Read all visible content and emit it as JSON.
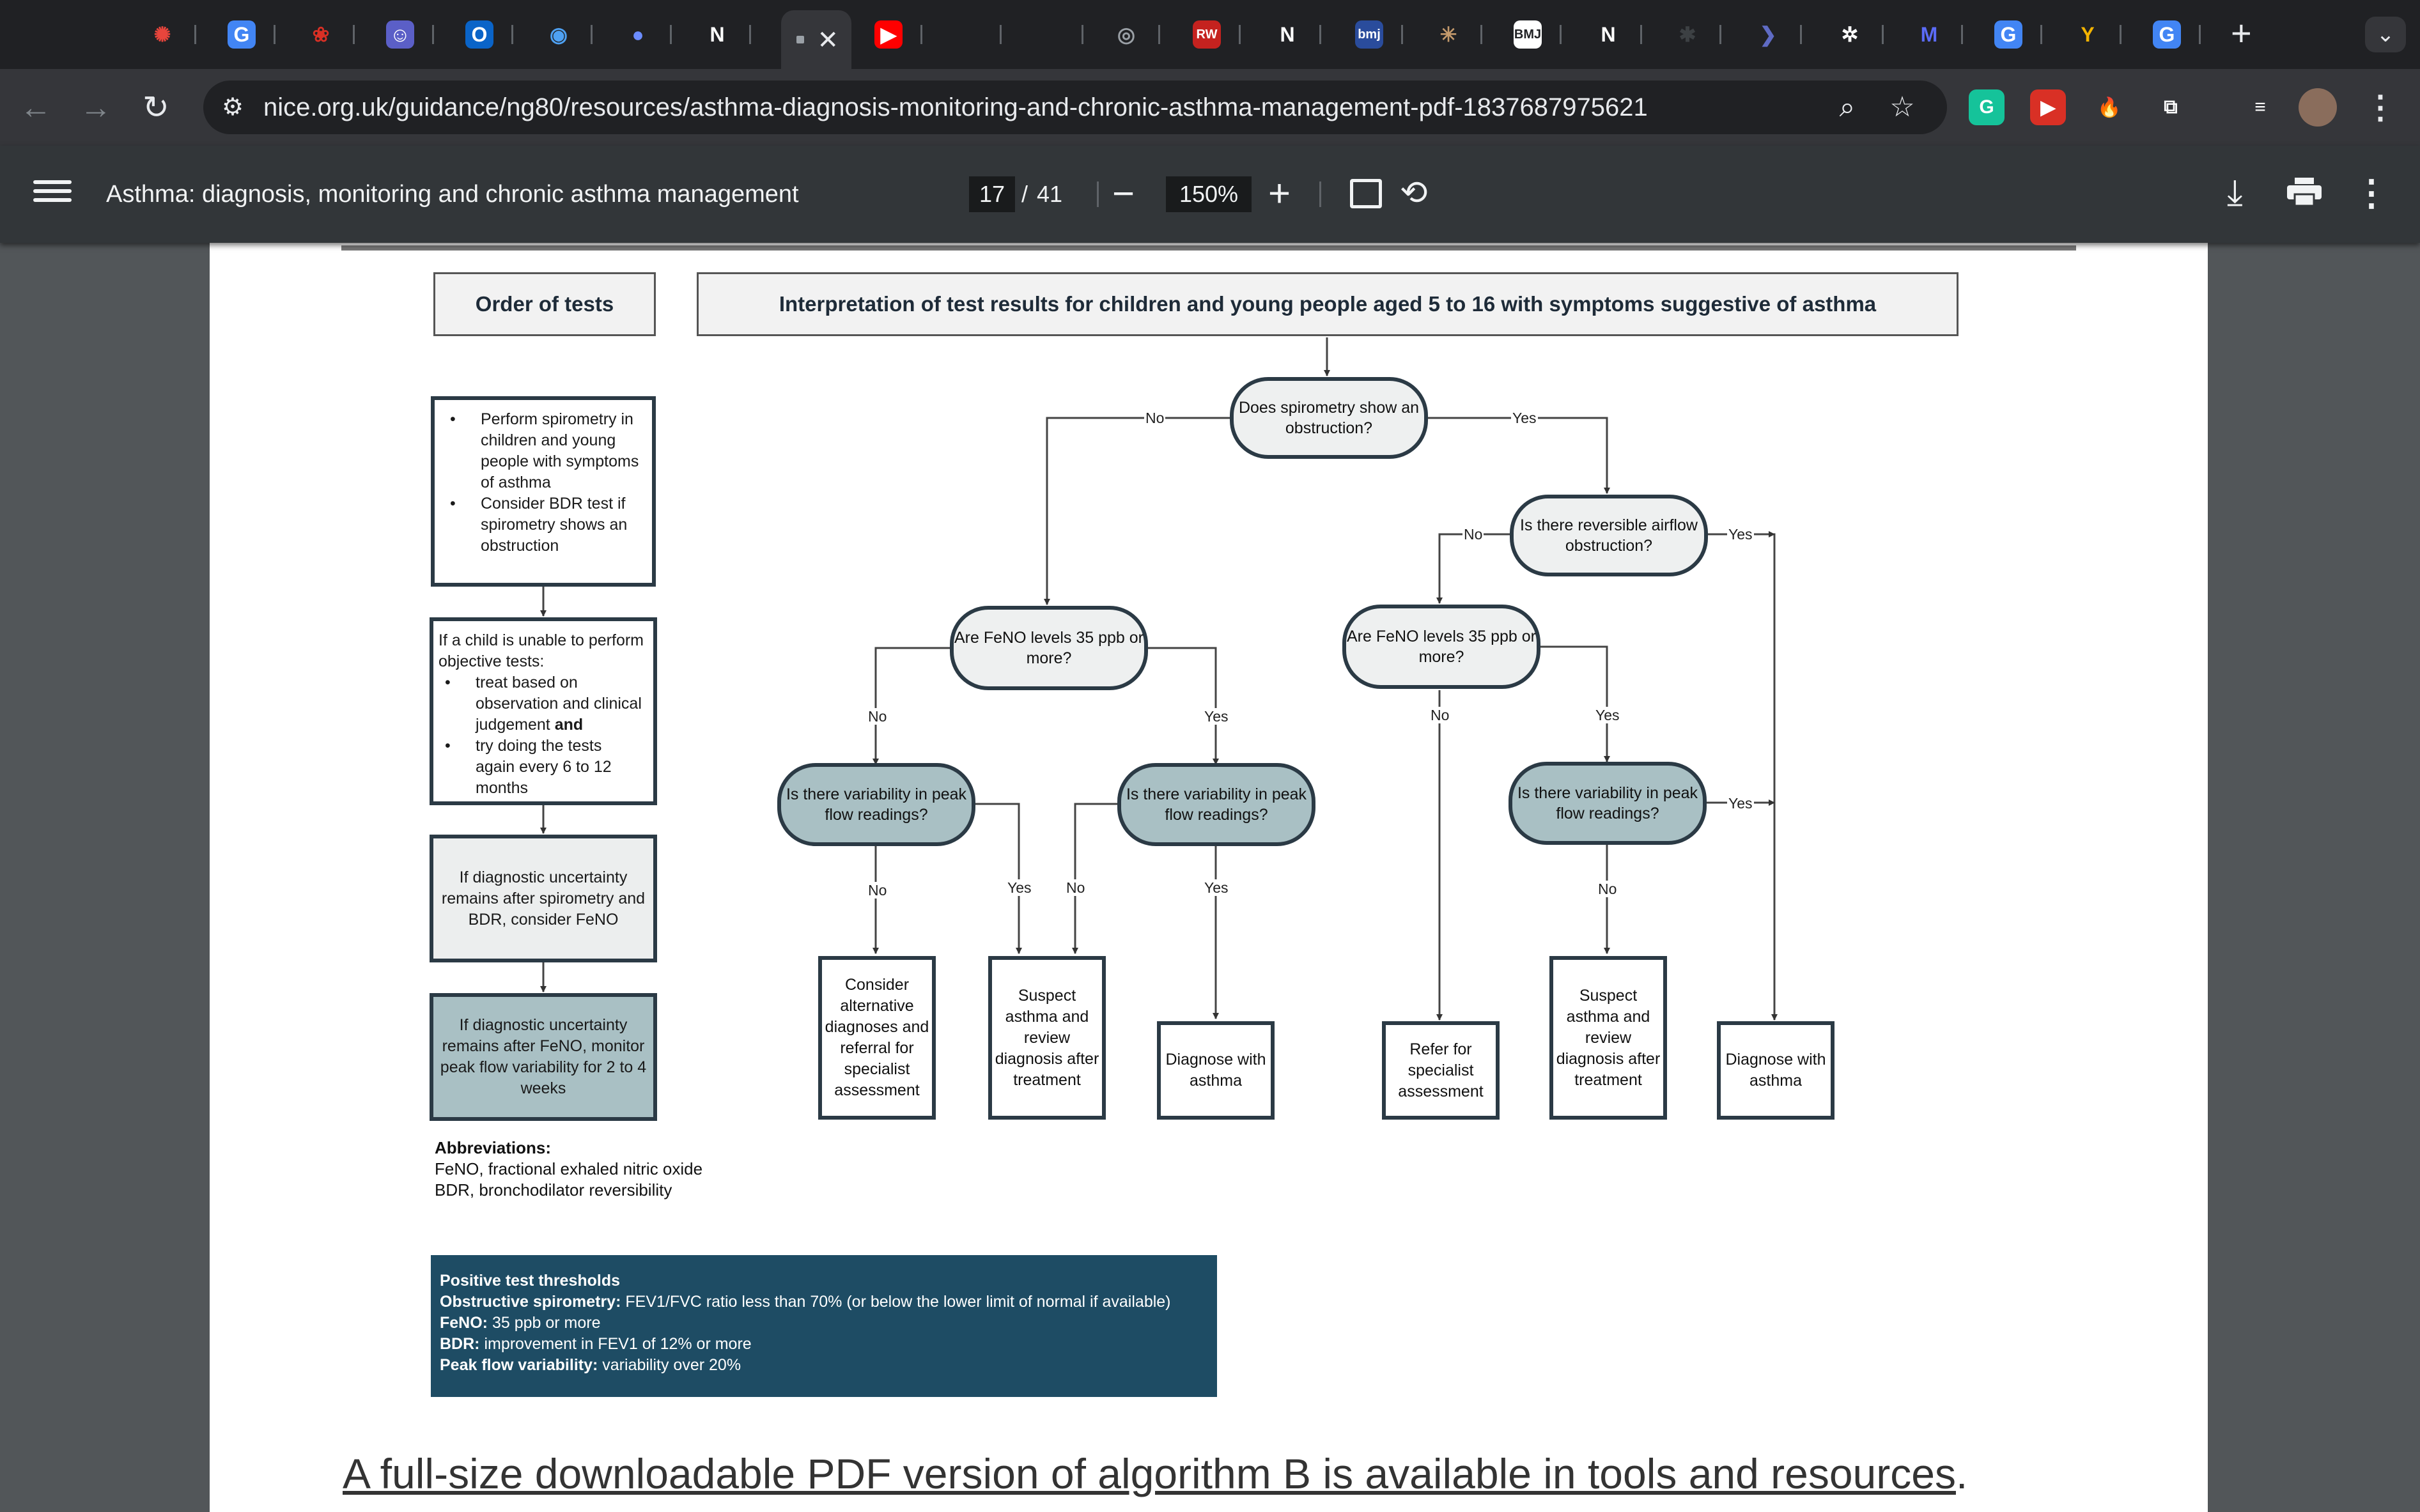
{
  "browser": {
    "url": "nice.org.uk/guidance/ng80/resources/asthma-diagnosis-monitoring-and-chronic-asthma-management-pdf-1837687975621",
    "tab_favicons": [
      {
        "icon": "asterisk-icon",
        "glyph": "✺",
        "color": "#e8453c",
        "bg": "transparent"
      },
      {
        "icon": "google-icon",
        "glyph": "G",
        "color": "#ffffff",
        "bg": "#4285f4"
      },
      {
        "icon": "lotus-icon",
        "glyph": "❀",
        "color": "#d93025",
        "bg": "transparent"
      },
      {
        "icon": "robot-icon",
        "glyph": "☺",
        "color": "#ffffff",
        "bg": "#5b5fc7"
      },
      {
        "icon": "outlook-icon",
        "glyph": "O",
        "color": "#ffffff",
        "bg": "#0a64c8"
      },
      {
        "icon": "globe-icon",
        "glyph": "◉",
        "color": "#4ea1f3",
        "bg": "transparent"
      },
      {
        "icon": "chat-icon",
        "glyph": "●",
        "color": "#6b8cff",
        "bg": "transparent"
      },
      {
        "icon": "notion-icon",
        "glyph": "N",
        "color": "#ffffff",
        "bg": "transparent"
      },
      {
        "icon": "youtube-icon",
        "glyph": "▶",
        "color": "#ffffff",
        "bg": "#ff0000"
      },
      {
        "icon": "blank-icon",
        "glyph": "",
        "color": "#ffffff",
        "bg": "transparent"
      },
      {
        "icon": "blank-icon",
        "glyph": "",
        "color": "#ffffff",
        "bg": "transparent"
      },
      {
        "icon": "circle-icon",
        "glyph": "◎",
        "color": "#9aa0a6",
        "bg": "transparent"
      },
      {
        "icon": "rw-icon",
        "glyph": "RW",
        "color": "#ffffff",
        "bg": "#c5221f"
      },
      {
        "icon": "notion-icon",
        "glyph": "N",
        "color": "#ffffff",
        "bg": "transparent"
      },
      {
        "icon": "bmj-icon",
        "glyph": "bmj",
        "color": "#ffffff",
        "bg": "#2a4c9c"
      },
      {
        "icon": "burst-icon",
        "glyph": "✳",
        "color": "#c49a6c",
        "bg": "transparent"
      },
      {
        "icon": "bmj-mark-icon",
        "glyph": "BMJ",
        "color": "#202124",
        "bg": "#ffffff"
      },
      {
        "icon": "notion-icon",
        "glyph": "N",
        "color": "#ffffff",
        "bg": "transparent"
      },
      {
        "icon": "spider-icon",
        "glyph": "✱",
        "color": "#3c4043",
        "bg": "transparent"
      },
      {
        "icon": "arrow-icon",
        "glyph": "❯",
        "color": "#5f6bc4",
        "bg": "transparent"
      },
      {
        "icon": "openai-icon",
        "glyph": "✲",
        "color": "#ffffff",
        "bg": "transparent"
      },
      {
        "icon": "m-icon",
        "glyph": "M",
        "color": "#5b6bf7",
        "bg": "transparent"
      },
      {
        "icon": "google-icon",
        "glyph": "G",
        "color": "#ffffff",
        "bg": "#4285f4"
      },
      {
        "icon": "y-icon",
        "glyph": "Y",
        "color": "#f4b400",
        "bg": "transparent"
      },
      {
        "icon": "google-icon",
        "glyph": "G",
        "color": "#ffffff",
        "bg": "#4285f4"
      }
    ],
    "extensions": [
      {
        "icon": "grammarly-icon",
        "glyph": "G",
        "bg": "#15c39a"
      },
      {
        "icon": "shortcut-icon",
        "glyph": "▶",
        "bg": "#d93025"
      },
      {
        "icon": "flame-icon",
        "glyph": "🔥",
        "bg": "transparent"
      },
      {
        "icon": "puzzle-icon",
        "glyph": "⧉",
        "bg": "transparent"
      },
      {
        "icon": "queue-icon",
        "glyph": "≡",
        "bg": "transparent"
      }
    ]
  },
  "pdf": {
    "title": "Asthma: diagnosis, monitoring and chronic asthma management",
    "page_current": "17",
    "page_sep": "/",
    "page_total": "41",
    "zoom": "150%"
  },
  "flowchart": {
    "order_header": "Order of tests",
    "interp_header": "Interpretation of test results for children and young people aged 5 to 16 with symptoms suggestive of asthma",
    "left_boxes": {
      "b1": [
        "Perform spirometry in children and young people with symptoms of asthma",
        "Consider BDR test if spirometry shows an obstruction"
      ],
      "b2_intro": "If a child is unable to perform objective tests:",
      "b2_item1_a": "treat based on observation and clinical judgement",
      "b2_item1_b": "and",
      "b2_item2": "try doing the tests again every 6 to 12 months",
      "b3": "If diagnostic uncertainty remains after spirometry and BDR, consider FeNO",
      "b4": "If diagnostic uncertainty remains after FeNO, monitor peak flow variability for 2 to 4 weeks"
    },
    "nodes": {
      "spirometry": "Does spirometry show an obstruction?",
      "reversible": "Is there reversible airflow obstruction?",
      "feno_left": "Are FeNO levels 35 ppb or more?",
      "feno_right": "Are FeNO levels 35 ppb or more?",
      "pf1": "Is there variability in peak flow readings?",
      "pf2": "Is there variability in peak flow readings?",
      "pf3": "Is there variability in peak flow readings?"
    },
    "results": {
      "r1": "Consider alternative diagnoses and referral for specialist assessment",
      "r2": "Suspect asthma and review diagnosis after treatment",
      "r3": "Diagnose with asthma",
      "r4": "Refer for specialist assessment",
      "r5": "Suspect asthma and review diagnosis after treatment",
      "r6": "Diagnose with asthma"
    },
    "labels": {
      "no": "No",
      "yes": "Yes"
    },
    "abbreviations": {
      "title": "Abbreviations:",
      "feno": "FeNO, fractional exhaled nitric oxide",
      "bdr": "BDR, bronchodilator reversibility"
    },
    "thresholds": {
      "title": "Positive test thresholds",
      "spiro_k": "Obstructive spirometry:",
      "spiro_v": "FEV1/FVC ratio less than 70% (or below the lower limit of normal if available)",
      "feno_k": "FeNO:",
      "feno_v": "35 ppb or more",
      "bdr_k": "BDR:",
      "bdr_v": "improvement in FEV1 of 12% or more",
      "pf_k": "Peak flow variability:",
      "pf_v": "variability over 20%"
    }
  },
  "link": {
    "text": "A full-size downloadable PDF version of algorithm B is available in tools and resources",
    "suffix": "."
  }
}
